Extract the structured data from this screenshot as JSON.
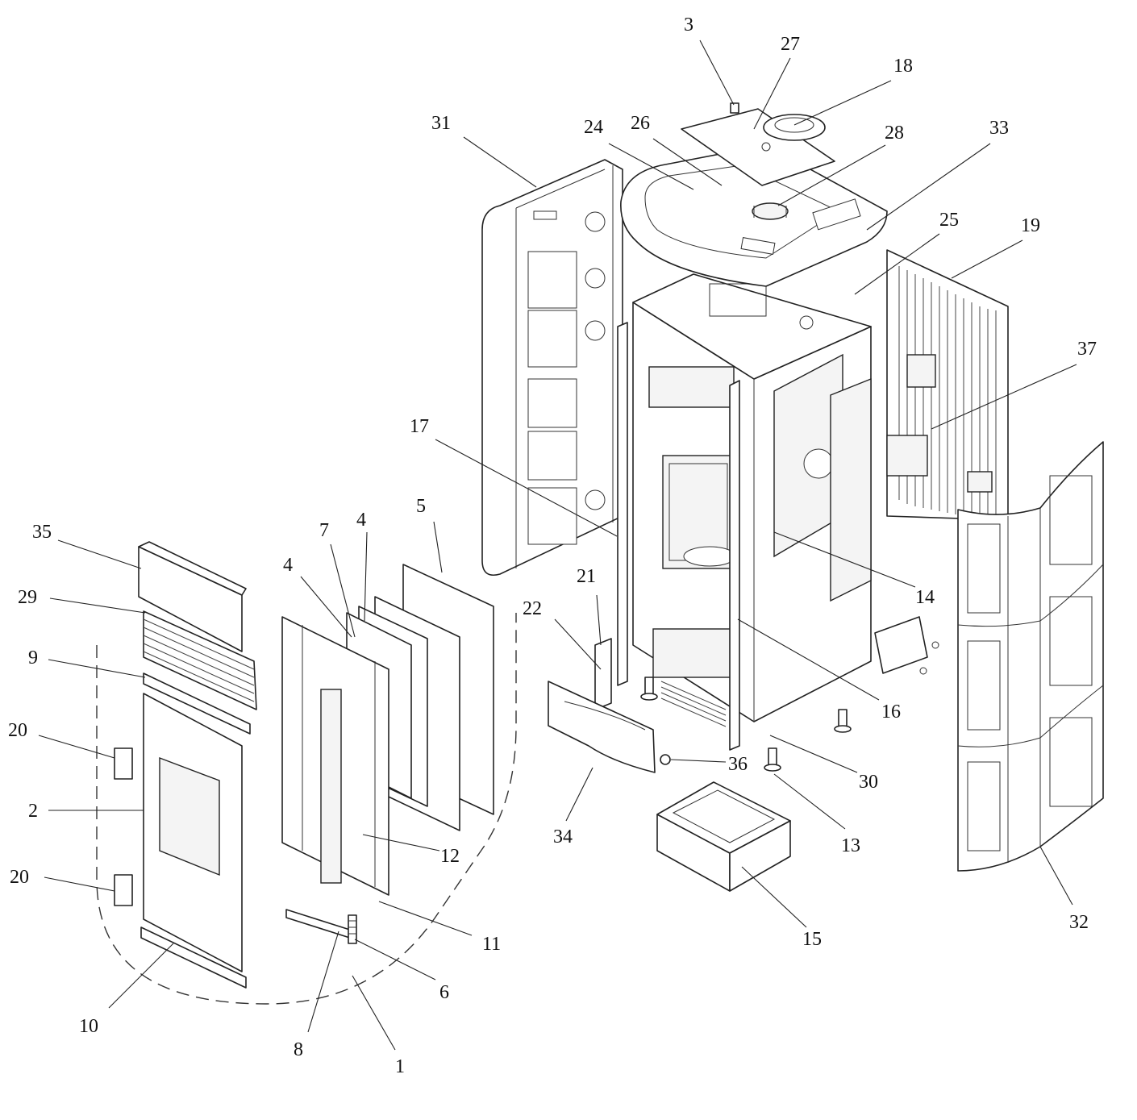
{
  "callouts": [
    {
      "label": "1"
    },
    {
      "label": "2"
    },
    {
      "label": "3"
    },
    {
      "label": "4"
    },
    {
      "label": "4"
    },
    {
      "label": "5"
    },
    {
      "label": "6"
    },
    {
      "label": "7"
    },
    {
      "label": "8"
    },
    {
      "label": "9"
    },
    {
      "label": "10"
    },
    {
      "label": "11"
    },
    {
      "label": "12"
    },
    {
      "label": "13"
    },
    {
      "label": "14"
    },
    {
      "label": "15"
    },
    {
      "label": "16"
    },
    {
      "label": "17"
    },
    {
      "label": "18"
    },
    {
      "label": "19"
    },
    {
      "label": "20"
    },
    {
      "label": "20"
    },
    {
      "label": "21"
    },
    {
      "label": "22"
    },
    {
      "label": "24"
    },
    {
      "label": "25"
    },
    {
      "label": "26"
    },
    {
      "label": "27"
    },
    {
      "label": "28"
    },
    {
      "label": "29"
    },
    {
      "label": "30"
    },
    {
      "label": "31"
    },
    {
      "label": "32"
    },
    {
      "label": "33"
    },
    {
      "label": "34"
    },
    {
      "label": "35"
    },
    {
      "label": "36"
    },
    {
      "label": "37"
    }
  ]
}
